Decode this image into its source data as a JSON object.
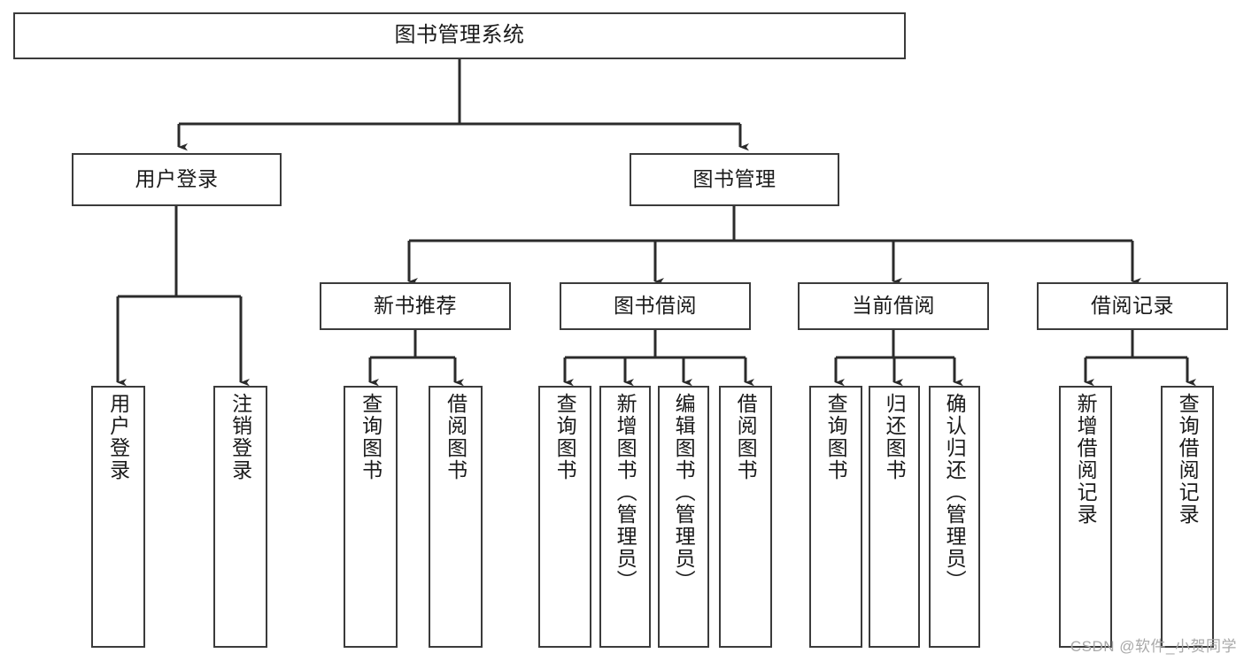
{
  "diagram": {
    "title": "图书管理系统",
    "type": "hierarchy-tree",
    "watermark": "CSDN @软件_小贺同学",
    "colors": {
      "background": "#ffffff",
      "box_border": "#3b3b3b",
      "box_fill": "#ffffff",
      "edge": "#2b2b2b",
      "text": "#1a1a1a",
      "watermark": "#a9a9a9"
    },
    "levels": {
      "root": {
        "label": "图书管理系统"
      },
      "level2": [
        {
          "id": "user-login",
          "label": "用户登录"
        },
        {
          "id": "book-manage",
          "label": "图书管理"
        }
      ],
      "level3": [
        {
          "id": "new-book-rec",
          "label": "新书推荐"
        },
        {
          "id": "book-borrow",
          "label": "图书借阅"
        },
        {
          "id": "current-borrow",
          "label": "当前借阅"
        },
        {
          "id": "borrow-record",
          "label": "借阅记录"
        }
      ],
      "leaves": [
        {
          "id": "leaf-user-login",
          "label": "用户登录",
          "parent": "user-login"
        },
        {
          "id": "leaf-logout-login",
          "label": "注销登录",
          "parent": "user-login"
        },
        {
          "id": "leaf-query-book-1",
          "label": "查询图书",
          "parent": "new-book-rec"
        },
        {
          "id": "leaf-borrow-book-1",
          "label": "借阅图书",
          "parent": "new-book-rec"
        },
        {
          "id": "leaf-query-book-2",
          "label": "查询图书",
          "parent": "book-borrow"
        },
        {
          "id": "leaf-add-book",
          "label": "新增图书（管理员）",
          "parent": "book-borrow"
        },
        {
          "id": "leaf-edit-book",
          "label": "编辑图书（管理员）",
          "parent": "book-borrow"
        },
        {
          "id": "leaf-borrow-book-2",
          "label": "借阅图书",
          "parent": "book-borrow"
        },
        {
          "id": "leaf-query-book-3",
          "label": "查询图书",
          "parent": "current-borrow"
        },
        {
          "id": "leaf-return-book",
          "label": "归还图书",
          "parent": "current-borrow"
        },
        {
          "id": "leaf-confirm-return",
          "label": "确认归还（管理员）",
          "parent": "current-borrow"
        },
        {
          "id": "leaf-add-record",
          "label": "新增借阅记录",
          "parent": "borrow-record"
        },
        {
          "id": "leaf-query-record",
          "label": "查询借阅记录",
          "parent": "borrow-record"
        }
      ]
    }
  }
}
